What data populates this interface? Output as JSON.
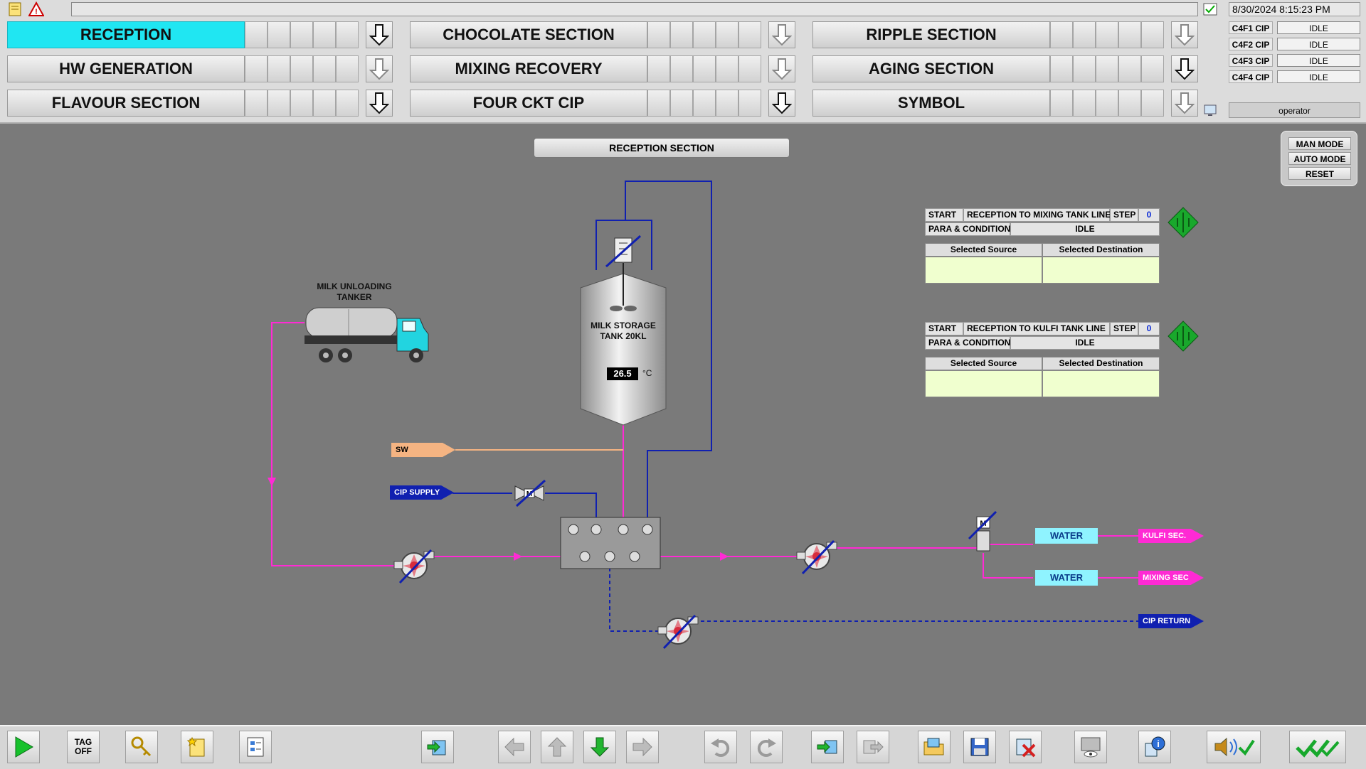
{
  "header": {
    "date_time": "8/30/2024 8:15:23 PM",
    "operator": "operator"
  },
  "nav": {
    "row1": [
      {
        "label": "RECEPTION",
        "active": true
      },
      {
        "label": "CHOCOLATE SECTION"
      },
      {
        "label": "RIPPLE SECTION"
      }
    ],
    "row2": [
      {
        "label": "HW GENERATION"
      },
      {
        "label": "MIXING RECOVERY"
      },
      {
        "label": "AGING SECTION"
      }
    ],
    "row3": [
      {
        "label": "FLAVOUR SECTION"
      },
      {
        "label": "FOUR CKT CIP"
      },
      {
        "label": "SYMBOL"
      }
    ]
  },
  "cip": [
    {
      "label": "C4F1 CIP",
      "status": "IDLE"
    },
    {
      "label": "C4F2 CIP",
      "status": "IDLE"
    },
    {
      "label": "C4F3 CIP",
      "status": "IDLE"
    },
    {
      "label": "C4F4 CIP",
      "status": "IDLE"
    }
  ],
  "main": {
    "section_title": "RECEPTION SECTION",
    "modes": {
      "man": "MAN MODE",
      "auto": "AUTO MODE",
      "reset": "RESET"
    },
    "tanker_label_1": "MILK UNLOADING",
    "tanker_label_2": "TANKER",
    "tank_label_1": "MILK STORAGE",
    "tank_label_2": "TANK 20KL",
    "tank_temp": "26.5",
    "tank_unit": "°C",
    "tags": {
      "sw": "SW",
      "cip_supply": "CIP SUPPLY",
      "kulfi": "KULFI SEC.",
      "mixing": "MIXING SEC",
      "cip_return": "CIP RETURN"
    },
    "water_1": "WATER",
    "water_2": "WATER",
    "line1": {
      "start": "START",
      "name": "RECEPTION TO MIXING TANK LINE",
      "step_label": "STEP",
      "step_value": "0",
      "para": "PARA & CONDITION",
      "status": "IDLE",
      "source_header": "Selected Source",
      "dest_header": "Selected Destination"
    },
    "line2": {
      "start": "START",
      "name": "RECEPTION TO KULFI TANK LINE",
      "step_label": "STEP",
      "step_value": "0",
      "para": "PARA & CONDITION",
      "status": "IDLE",
      "source_header": "Selected Source",
      "dest_header": "Selected Destination"
    }
  },
  "bottom": {
    "tag_off_1": "TAG",
    "tag_off_2": "OFF"
  },
  "colors": {
    "active_nav": "#20e6f2",
    "milk_line": "#ff2ad4",
    "cip_line": "#1020b0",
    "sw_line": "#f5b482",
    "water_tag": "#8ff3ff",
    "selection_fill": "#f0ffcf"
  }
}
